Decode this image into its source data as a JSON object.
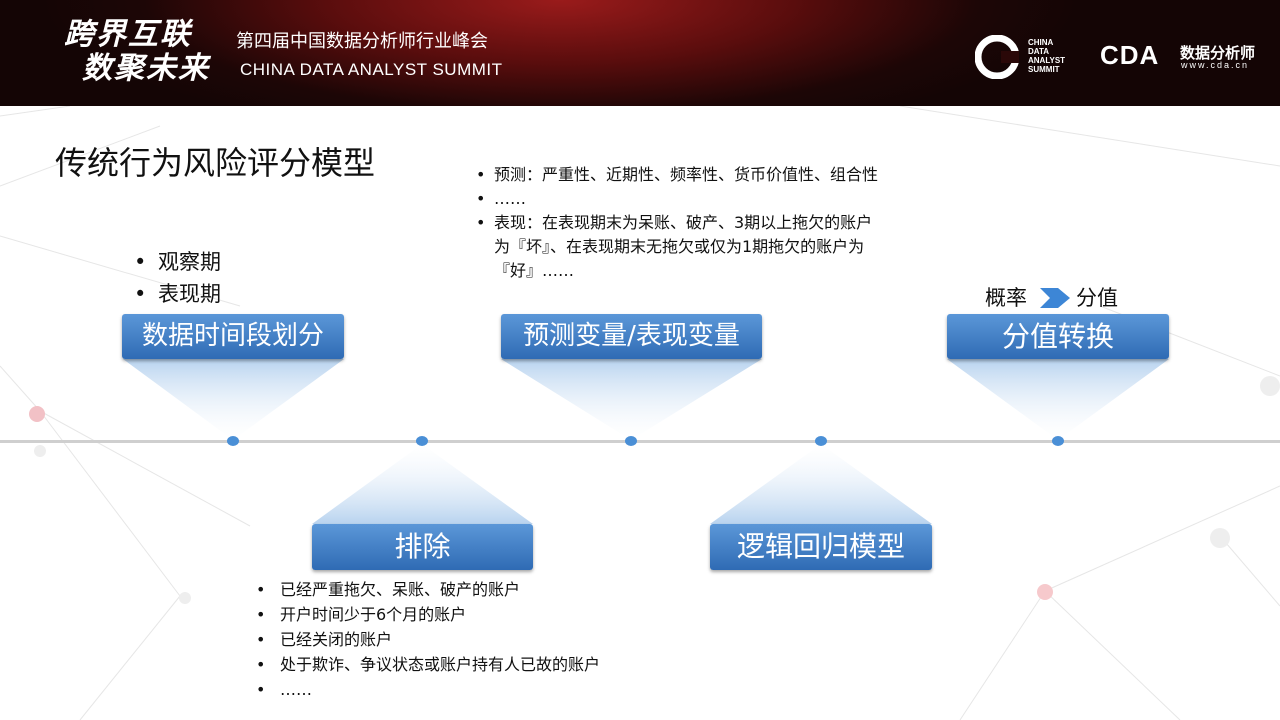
{
  "banner": {
    "slogan_line1": "跨界互联",
    "slogan_line2": "数聚未来",
    "summit_cn": "第四届中国数据分析师行业峰会",
    "summit_en": "CHINA DATA ANALYST SUMMIT",
    "logo_summit_lines": [
      "CHINA",
      "DATA",
      "ANALYST",
      "SUMMIT"
    ],
    "logo_cda": "CDA",
    "logo_cda_cn": "数据分析师",
    "logo_cda_url": "www.cda.cn"
  },
  "title": "传统行为风险评分模型",
  "stages": {
    "s1": "数据时间段划分",
    "s2": "排除",
    "s3": "预测变量/表现变量",
    "s4": "逻辑回归模型",
    "s5": "分值转换"
  },
  "stage1_bullets": [
    "观察期",
    "表现期"
  ],
  "stage3_bullets": [
    "预测：严重性、近期性、频率性、货币价值性、组合性",
    "……",
    "表现：在表现期末为呆账、破产、3期以上拖欠的账户为『坏』、在表现期末无拖欠或仅为1期拖欠的账户为『好』……"
  ],
  "stage2_bullets": [
    "已经严重拖欠、呆账、破产的账户",
    "开户时间少于6个月的账户",
    "已经关闭的账户",
    "处于欺诈、争议状态或账户持有人已故的账户",
    "……"
  ],
  "conversion": {
    "from": "概率",
    "to": "分值"
  },
  "colors": {
    "box_top": "#5b97d8",
    "box_bottom": "#2f6bb4",
    "dot": "#4a8fd6",
    "chevron": "#3d86d6"
  },
  "icons": {
    "arrow": "chevron-right-icon"
  }
}
